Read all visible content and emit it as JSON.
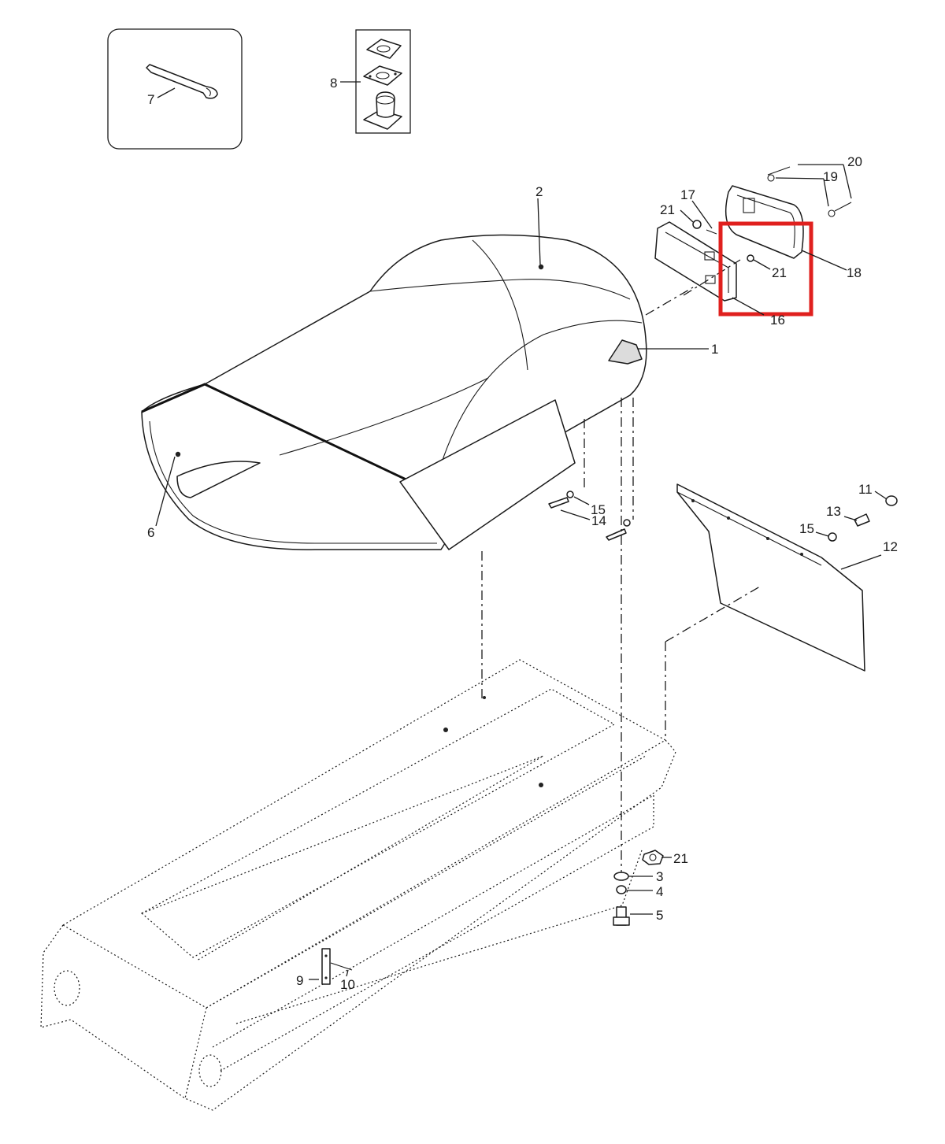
{
  "callouts": [
    {
      "id": "c1",
      "label": "1"
    },
    {
      "id": "c2",
      "label": "2"
    },
    {
      "id": "c3",
      "label": "3"
    },
    {
      "id": "c4",
      "label": "4"
    },
    {
      "id": "c5",
      "label": "5"
    },
    {
      "id": "c6",
      "label": "6"
    },
    {
      "id": "c7",
      "label": "7"
    },
    {
      "id": "c8",
      "label": "8"
    },
    {
      "id": "c9",
      "label": "9"
    },
    {
      "id": "c10",
      "label": "10"
    },
    {
      "id": "c11",
      "label": "11"
    },
    {
      "id": "c12",
      "label": "12"
    },
    {
      "id": "c13",
      "label": "13"
    },
    {
      "id": "c14",
      "label": "14"
    },
    {
      "id": "c15a",
      "label": "15"
    },
    {
      "id": "c15b",
      "label": "15"
    },
    {
      "id": "c16",
      "label": "16"
    },
    {
      "id": "c17",
      "label": "17"
    },
    {
      "id": "c18",
      "label": "18"
    },
    {
      "id": "c19",
      "label": "19"
    },
    {
      "id": "c20",
      "label": "20"
    },
    {
      "id": "c21a",
      "label": "21"
    },
    {
      "id": "c21b",
      "label": "21"
    },
    {
      "id": "c21c",
      "label": "21"
    }
  ],
  "highlight": {
    "color": "#e0201e"
  },
  "colors": {
    "line": "#1a1a1a",
    "background": "#ffffff"
  }
}
